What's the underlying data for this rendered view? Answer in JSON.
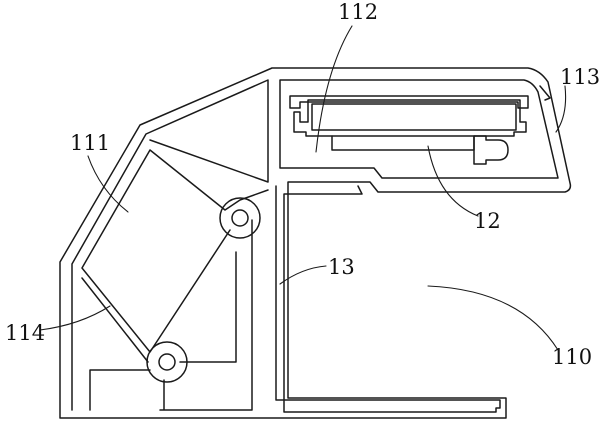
{
  "labels": {
    "l112": "112",
    "l113": "113",
    "l111": "111",
    "l12": "12",
    "l13": "13",
    "l114": "114",
    "l110": "110"
  }
}
